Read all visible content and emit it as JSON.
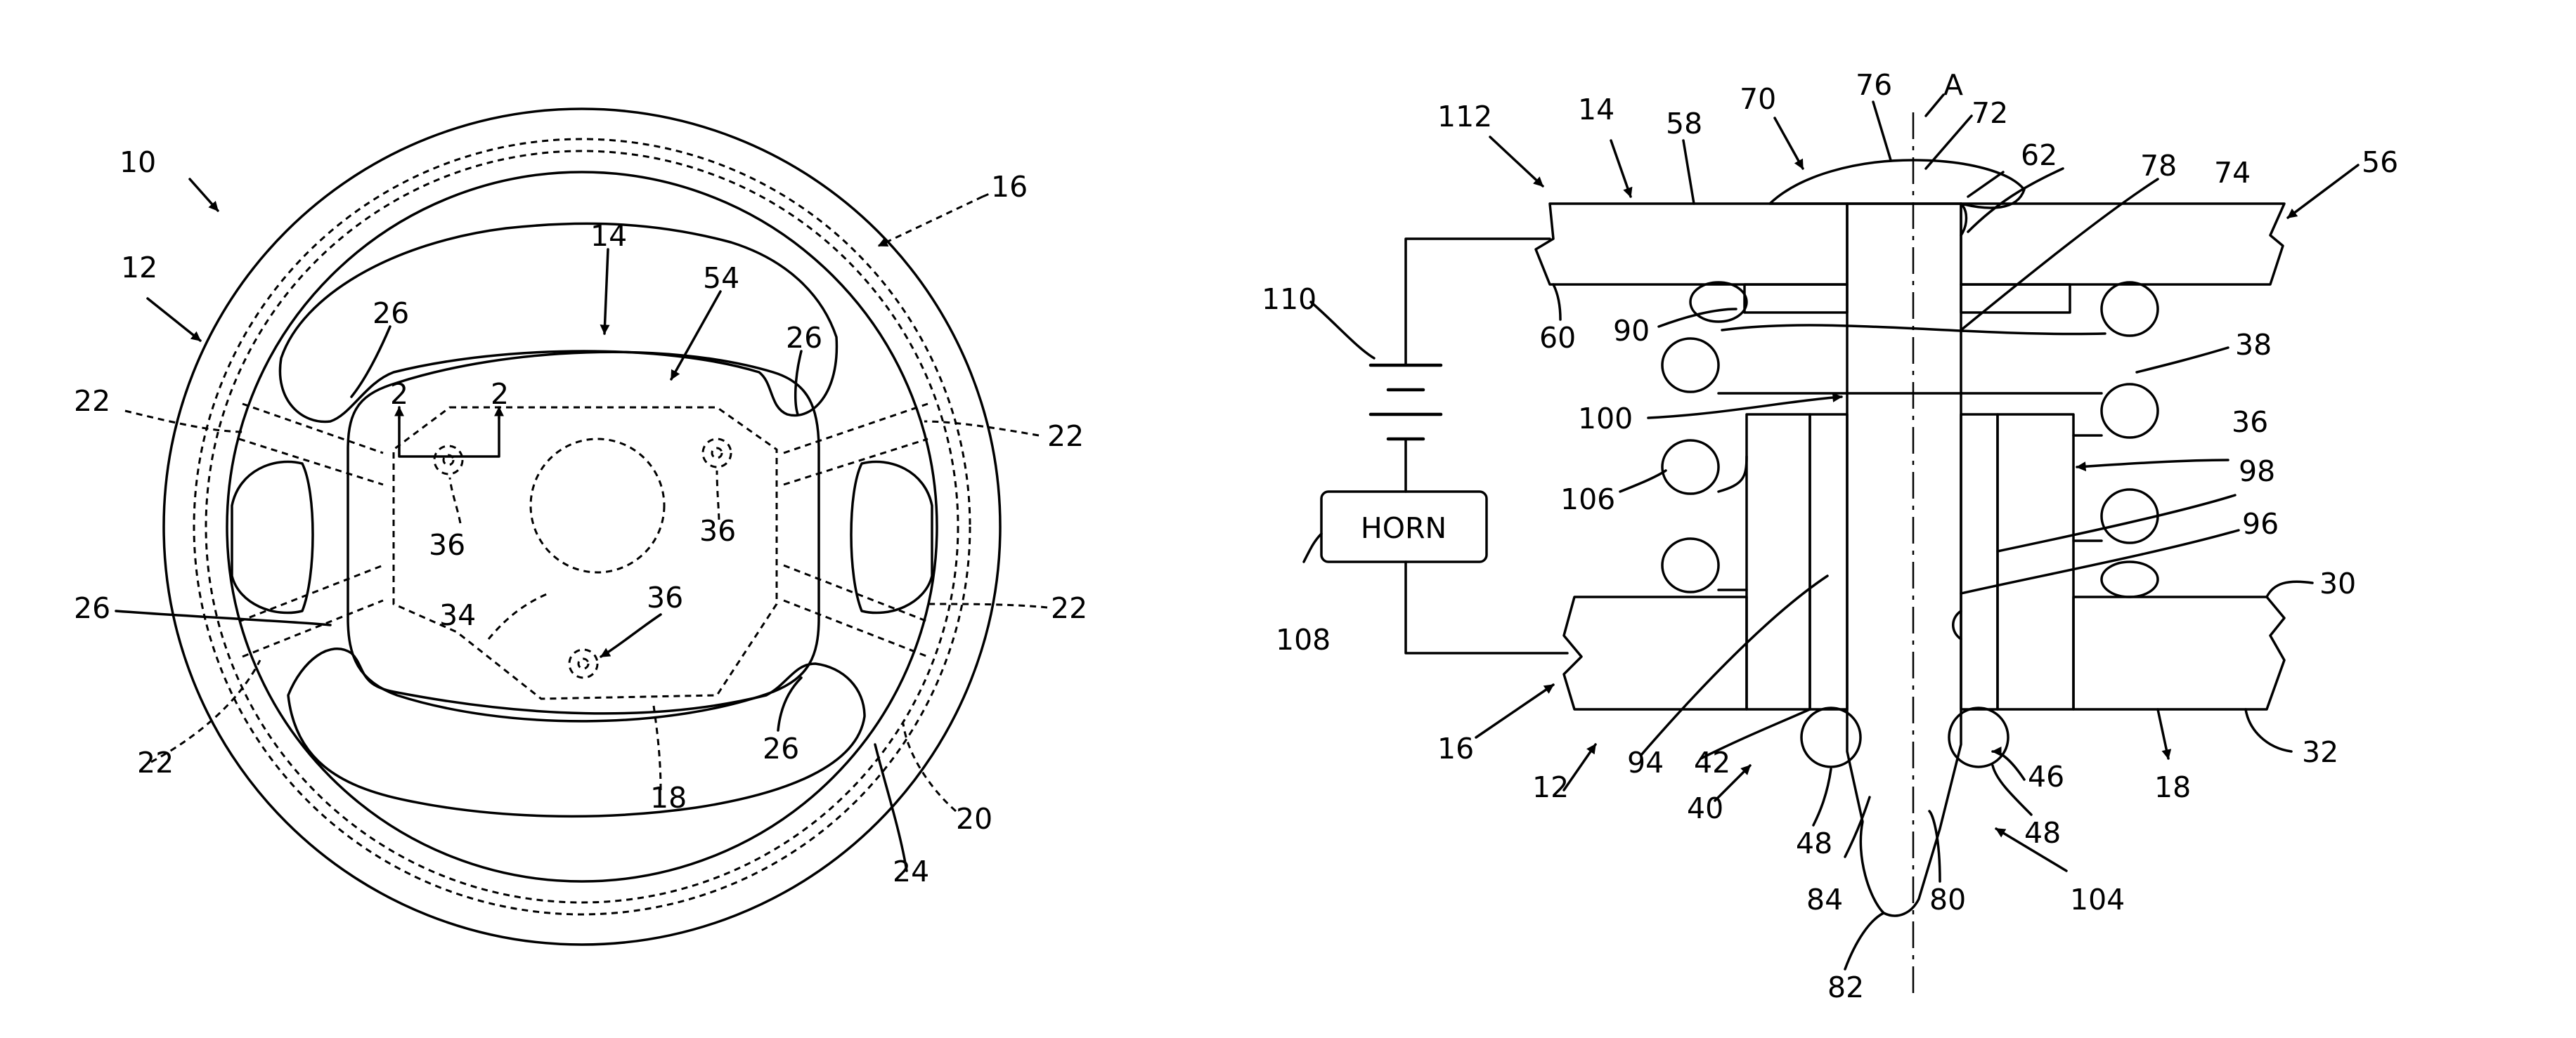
{
  "fig1_labels": {
    "l10": "10",
    "l12": "12",
    "l14": "14",
    "l16": "16",
    "l18": "18",
    "l20": "20",
    "l22a": "22",
    "l22b": "22",
    "l22c": "22",
    "l22d": "22",
    "l24": "24",
    "l26a": "26",
    "l26b": "26",
    "l26c": "26",
    "l26d": "26",
    "l34": "34",
    "l36a": "36",
    "l36b": "36",
    "l36c": "36",
    "l54": "54",
    "l2a": "2",
    "l2b": "2"
  },
  "fig2_labels": {
    "l112": "112",
    "l14": "14",
    "l58": "58",
    "l70": "70",
    "l76": "76",
    "lA": "A",
    "l72": "72",
    "l62": "62",
    "l78": "78",
    "l74": "74",
    "l56": "56",
    "l110": "110",
    "l60": "60",
    "l90": "90",
    "l38": "38",
    "l100": "100",
    "l36": "36",
    "l106": "106",
    "l98": "98",
    "l96": "96",
    "l30": "30",
    "l108": "108",
    "l16": "16",
    "l12": "12",
    "l94": "94",
    "l42": "42",
    "l40": "40",
    "l48a": "48",
    "l48b": "48",
    "l46": "46",
    "l18": "18",
    "l32": "32",
    "l84": "84",
    "l80": "80",
    "l104": "104",
    "l82": "82"
  },
  "horn_box": "HORN"
}
